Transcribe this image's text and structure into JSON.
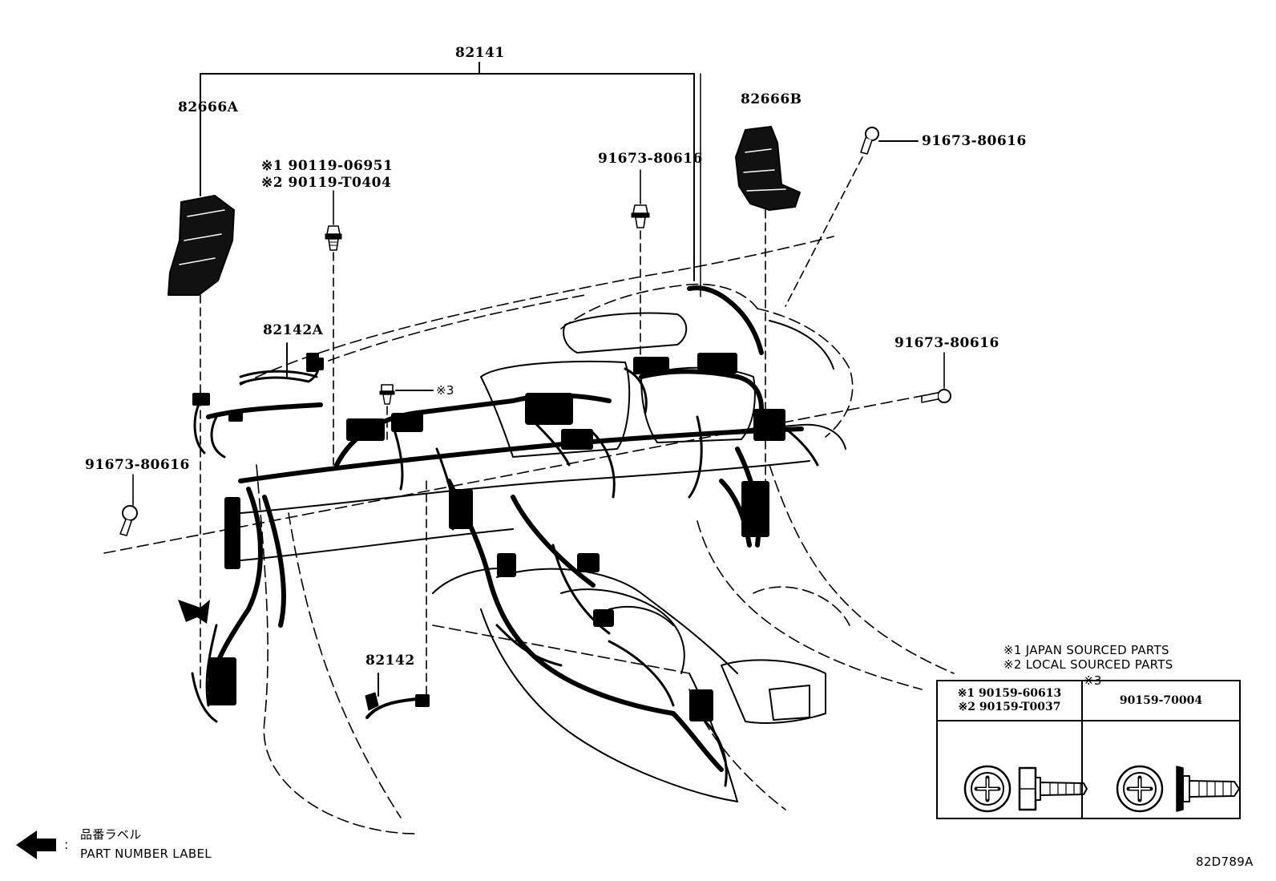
{
  "callouts": {
    "p82141": "82141",
    "p82666a": "82666A",
    "p82666b": "82666B",
    "p82142a": "82142A",
    "p82142": "82142",
    "bolt_top_center": "91673-80616",
    "bolt_top_right": "91673-80616",
    "bolt_right": "91673-80616",
    "bolt_left": "91673-80616",
    "bolt_x1": "※1 90119-06951",
    "bolt_x2": "※2 90119-T0404",
    "screw_x3": "※3"
  },
  "notes": {
    "japan_sourced": "※1 JAPAN SOURCED PARTS",
    "local_sourced": "※2 LOCAL SOURCED PARTS",
    "table_heading": "※3"
  },
  "fastener_table": {
    "left_line1": "※1 90159-60613",
    "left_line2": "※2 90159-T0037",
    "right": "90159-70004"
  },
  "legend": {
    "jp_label": "品番ラベル",
    "colon": ":",
    "en_label": "PART NUMBER LABEL"
  },
  "figure_code": "82D789A"
}
